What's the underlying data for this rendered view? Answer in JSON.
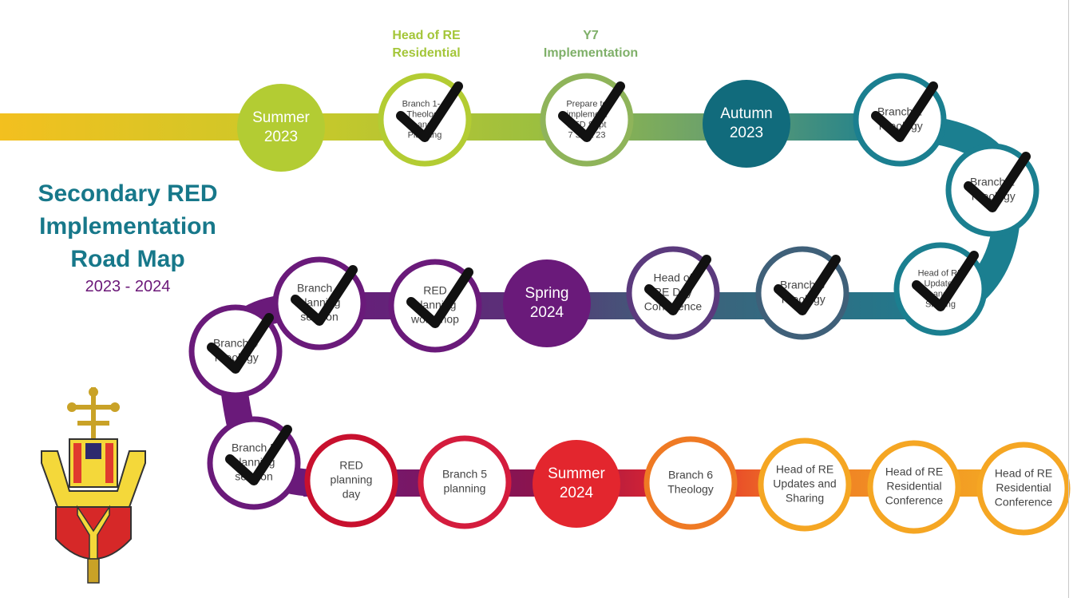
{
  "title": {
    "line1": "Secondary RED",
    "line2": "Implementation",
    "line3": "Road Map"
  },
  "subtitle": "2023 - 2024",
  "headings": {
    "head_residential": [
      "Head of RE",
      "Residential"
    ],
    "y7": [
      "Y7",
      "Implementation"
    ]
  },
  "colors": {
    "yellow": "#f3c01f",
    "lime": "#b3cc33",
    "green": "#8fb45a",
    "teal_dark": "#116b7c",
    "teal": "#1b7f90",
    "slate": "#3f6079",
    "purple_dark": "#5b1470",
    "purple": "#6a1a7a",
    "red": "#e3262e",
    "orange": "#ef7a24",
    "amber": "#f5a623"
  },
  "nodes": [
    {
      "id": "summer-2023",
      "kind": "milestone",
      "lines": [
        "Summer",
        "2023"
      ],
      "color": "#b3cc33",
      "checked": false
    },
    {
      "id": "branch-1-3-theology-planning",
      "kind": "step",
      "lines": [
        "Branch 1- 3",
        "Theology",
        "and",
        "Planning"
      ],
      "color": "#b3cc33",
      "checked": true
    },
    {
      "id": "prepare-to-implement",
      "kind": "step",
      "lines": [
        "Prepare to",
        "implement",
        "RED Sept",
        "7 Sept 23"
      ],
      "color": "#8fb45a",
      "checked": true
    },
    {
      "id": "autumn-2023",
      "kind": "milestone",
      "lines": [
        "Autumn",
        "2023"
      ],
      "color": "#116b7c",
      "checked": false
    },
    {
      "id": "branch-1-theology",
      "kind": "step",
      "lines": [
        "Branch 1",
        "Theology"
      ],
      "color": "#1b7f90",
      "checked": true
    },
    {
      "id": "branch-2-theology",
      "kind": "step",
      "lines": [
        "Branch 2",
        "Theology"
      ],
      "color": "#1b7f90",
      "checked": true
    },
    {
      "id": "head-of-re-updates-sharing-1",
      "kind": "step",
      "lines": [
        "Head of RE",
        "Updates",
        "and",
        "Sharing"
      ],
      "color": "#1b7f90",
      "checked": true
    },
    {
      "id": "branch-3-theology",
      "kind": "step",
      "lines": [
        "Branch 3",
        "Theology"
      ],
      "color": "#3f6079",
      "checked": true
    },
    {
      "id": "head-of-re-day-conference",
      "kind": "step",
      "lines": [
        "Head of",
        "RE Day",
        "Conference"
      ],
      "color": "#5b3a7d",
      "checked": true
    },
    {
      "id": "spring-2024",
      "kind": "milestone",
      "lines": [
        "Spring",
        "2024"
      ],
      "color": "#6a1a7a",
      "checked": false
    },
    {
      "id": "red-planning-workshop",
      "kind": "step",
      "lines": [
        "RED",
        "planning",
        "workshop"
      ],
      "color": "#6a1a7a",
      "checked": true
    },
    {
      "id": "branch-4-planning-session",
      "kind": "step",
      "lines": [
        "Branch 4",
        "planning",
        "session"
      ],
      "color": "#6a1a7a",
      "checked": true
    },
    {
      "id": "branch-4-theology",
      "kind": "step",
      "lines": [
        "Branch 4",
        "Theology"
      ],
      "color": "#6a1a7a",
      "checked": true
    },
    {
      "id": "branch-5-planning-session",
      "kind": "step",
      "lines": [
        "Branch 5",
        "planning",
        "session"
      ],
      "color": "#6a1a7a",
      "checked": true
    },
    {
      "id": "red-planning-day",
      "kind": "step",
      "lines": [
        "RED",
        "planning",
        "day"
      ],
      "color": "#c8102e",
      "checked": false
    },
    {
      "id": "branch-5-planning",
      "kind": "step",
      "lines": [
        "Branch 5",
        "planning"
      ],
      "color": "#d41c3d",
      "checked": false
    },
    {
      "id": "summer-2024",
      "kind": "milestone",
      "lines": [
        "Summer",
        "2024"
      ],
      "color": "#e3262e",
      "checked": false
    },
    {
      "id": "branch-6-theology",
      "kind": "step",
      "lines": [
        "Branch 6",
        "Theology"
      ],
      "color": "#ef7a24",
      "checked": false
    },
    {
      "id": "head-of-re-updates-sharing-2",
      "kind": "step",
      "lines": [
        "Head of RE",
        "Updates and",
        "Sharing"
      ],
      "color": "#f5a623",
      "checked": false
    },
    {
      "id": "head-of-re-residential-1",
      "kind": "step",
      "lines": [
        "Head of RE",
        "Residential",
        "Conference"
      ],
      "color": "#f5a623",
      "checked": false
    },
    {
      "id": "head-of-re-residential-2",
      "kind": "step",
      "lines": [
        "Head of RE",
        "Residential",
        "Conference"
      ],
      "color": "#f5a623",
      "checked": false
    }
  ]
}
